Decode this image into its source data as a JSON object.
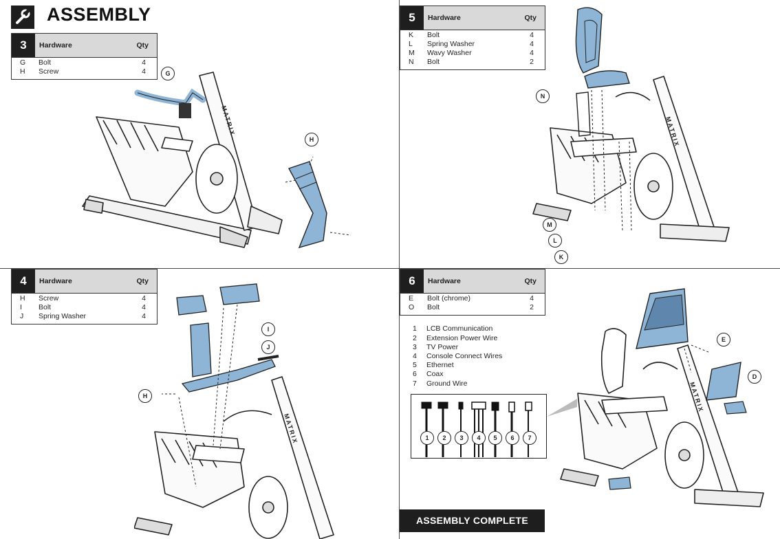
{
  "header": {
    "title": "ASSEMBLY",
    "icon": "wrench-icon"
  },
  "colors": {
    "part_highlight": "#8eb4d6",
    "dark": "#1e1e1e",
    "table_header": "#d9d9d9"
  },
  "steps": [
    {
      "number": "3",
      "hardware_label": "Hardware",
      "qty_label": "Qty",
      "items": [
        {
          "letter": "G",
          "name": "Bolt",
          "qty": "4"
        },
        {
          "letter": "H",
          "name": "Screw",
          "qty": "4"
        }
      ],
      "callouts": [
        "G",
        "H"
      ]
    },
    {
      "number": "4",
      "hardware_label": "Hardware",
      "qty_label": "Qty",
      "items": [
        {
          "letter": "H",
          "name": "Screw",
          "qty": "4"
        },
        {
          "letter": "I",
          "name": "Bolt",
          "qty": "4"
        },
        {
          "letter": "J",
          "name": "Spring Washer",
          "qty": "4"
        }
      ],
      "callouts": [
        "I",
        "J",
        "H"
      ]
    },
    {
      "number": "5",
      "hardware_label": "Hardware",
      "qty_label": "Qty",
      "items": [
        {
          "letter": "K",
          "name": "Bolt",
          "qty": "4"
        },
        {
          "letter": "L",
          "name": "Spring Washer",
          "qty": "4"
        },
        {
          "letter": "M",
          "name": "Wavy Washer",
          "qty": "4"
        },
        {
          "letter": "N",
          "name": "Bolt",
          "qty": "2"
        }
      ],
      "callouts": [
        "N",
        "M",
        "L",
        "K"
      ]
    },
    {
      "number": "6",
      "hardware_label": "Hardware",
      "qty_label": "Qty",
      "items": [
        {
          "letter": "E",
          "name": "Bolt (chrome)",
          "qty": "4"
        },
        {
          "letter": "O",
          "name": "Bolt",
          "qty": "2"
        }
      ],
      "callouts": [
        "E",
        "D"
      ],
      "wires": [
        {
          "num": "1",
          "label": "LCB Communication"
        },
        {
          "num": "2",
          "label": "Extension Power Wire"
        },
        {
          "num": "3",
          "label": "TV Power"
        },
        {
          "num": "4",
          "label": "Console Connect Wires"
        },
        {
          "num": "5",
          "label": "Ethernet"
        },
        {
          "num": "6",
          "label": "Coax"
        },
        {
          "num": "7",
          "label": "Ground Wire"
        }
      ]
    }
  ],
  "brand_text": "MATRIX",
  "footer": {
    "complete_label": "ASSEMBLY COMPLETE"
  }
}
